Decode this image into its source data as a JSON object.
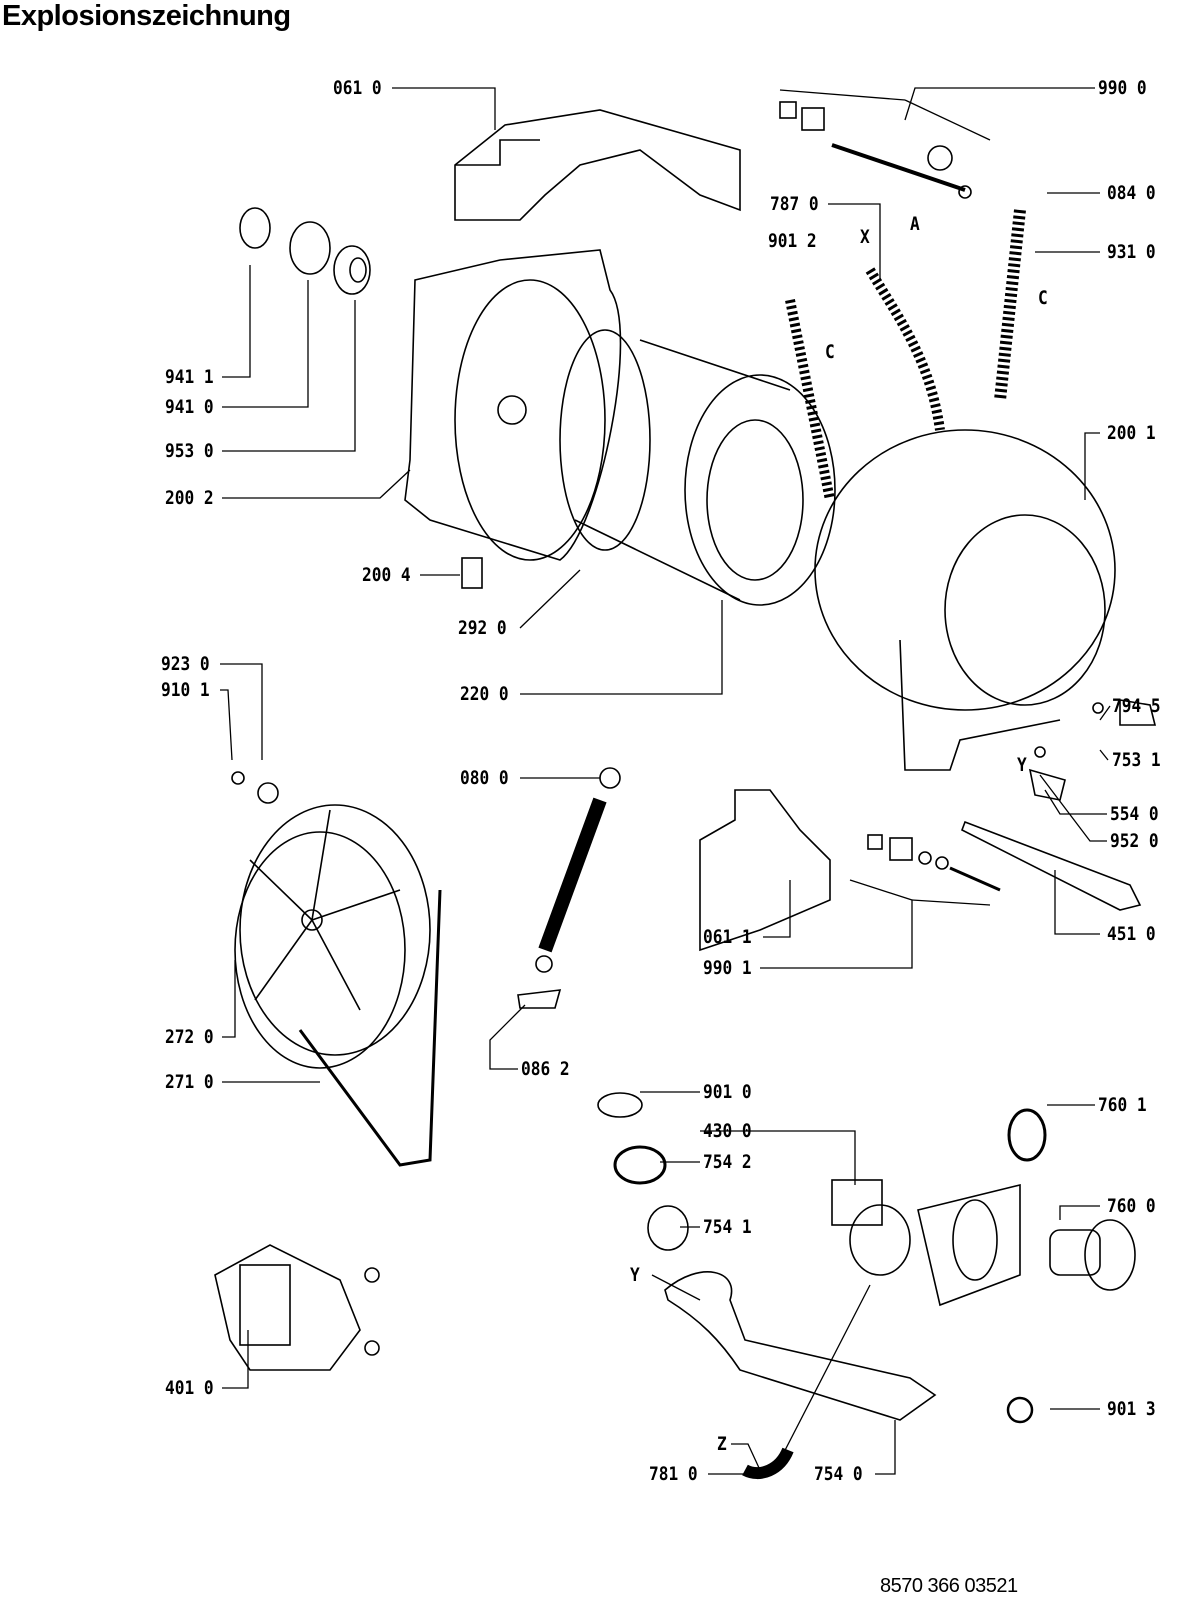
{
  "title": "Explosionszeichnung",
  "footer_code": "8570 366 03521",
  "labels": [
    "061 0",
    "990 0",
    "084 0",
    "787 0",
    "A",
    "901 2",
    "X",
    "931 0",
    "C",
    "C",
    "941 1",
    "941 0",
    "953 0",
    "200 1",
    "200 2",
    "200 4",
    "292 0",
    "923 0",
    "910 1",
    "220 0",
    "794 5",
    "Y",
    "753 1",
    "080 0",
    "554 0",
    "952 0",
    "061 1",
    "451 0",
    "990 1",
    "272 0",
    "271 0",
    "086 2",
    "901 0",
    "760 1",
    "430 0",
    "754 2",
    "760 0",
    "754 1",
    "Y",
    "401 0",
    "901 3",
    "Z",
    "781 0",
    "754 0"
  ]
}
